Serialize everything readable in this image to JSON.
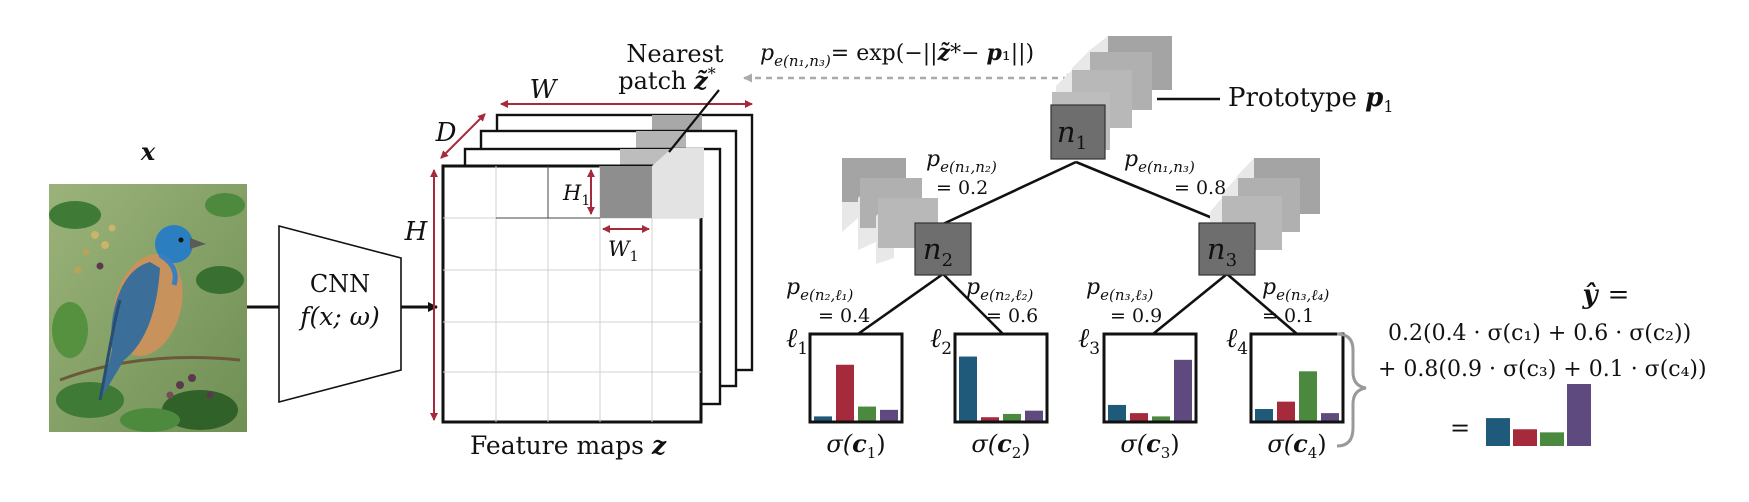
{
  "colors": {
    "blue": "#1f5a7a",
    "red": "#a52a3c",
    "green": "#4b8a3e",
    "purple": "#5e4a7e",
    "dim_arrow": "#a52a3c",
    "node": "#6e6e6e",
    "patch": "#9e9e9e",
    "grid": "#d0d0d0"
  },
  "input": {
    "label": "x",
    "image_icon": "bird-photo"
  },
  "cnn": {
    "title": "CNN",
    "func": "f(x; ω)"
  },
  "feature_maps": {
    "caption_text": "Feature maps",
    "caption_var": "z",
    "dims": {
      "W": "W",
      "D": "D",
      "H": "H",
      "H1": "H",
      "H1_sub": "1",
      "W1": "W",
      "W1_sub": "1"
    }
  },
  "nearest": {
    "line1": "Nearest",
    "line2": "patch",
    "var": "z̃",
    "sup": "*"
  },
  "similarity_formula": {
    "lhs": "p",
    "lhs_sub": "e(n₁,n₃)",
    "rhs_a": "= exp(−||",
    "rhs_z": "z̃",
    "rhs_b": "*− ",
    "rhs_p": "p",
    "rhs_c": "₁||)"
  },
  "prototype": {
    "text": "Prototype",
    "var": "p",
    "sub": "1"
  },
  "nodes": [
    {
      "name": "n",
      "sub": "1"
    },
    {
      "name": "n",
      "sub": "2"
    },
    {
      "name": "n",
      "sub": "3"
    }
  ],
  "edges": [
    {
      "p": "p",
      "sub": "e(n₁,n₂)",
      "value": "= 0.2"
    },
    {
      "p": "p",
      "sub": "e(n₁,n₃)",
      "value": "= 0.8"
    },
    {
      "p": "p",
      "sub": "e(n₂,ℓ₁)",
      "value": "= 0.4"
    },
    {
      "p": "p",
      "sub": "e(n₂,ℓ₂)",
      "value": "= 0.6"
    },
    {
      "p": "p",
      "sub": "e(n₃,ℓ₃)",
      "value": "= 0.9"
    },
    {
      "p": "p",
      "sub": "e(n₃,ℓ₄)",
      "value": "= 0.1"
    }
  ],
  "leaves": [
    {
      "name": "ℓ",
      "sub": "1",
      "sigma": "σ(",
      "c": "c",
      "c_sub": "1",
      "close": ")",
      "values": [
        0.05,
        0.68,
        0.17,
        0.13
      ]
    },
    {
      "name": "ℓ",
      "sub": "2",
      "sigma": "σ(",
      "c": "c",
      "c_sub": "2",
      "close": ")",
      "values": [
        0.78,
        0.04,
        0.08,
        0.12
      ]
    },
    {
      "name": "ℓ",
      "sub": "3",
      "sigma": "σ(",
      "c": "c",
      "c_sub": "3",
      "close": ")",
      "values": [
        0.19,
        0.09,
        0.05,
        0.74
      ]
    },
    {
      "name": "ℓ",
      "sub": "4",
      "sigma": "σ(",
      "c": "c",
      "c_sub": "4",
      "close": ")",
      "values": [
        0.14,
        0.23,
        0.6,
        0.09
      ]
    }
  ],
  "prediction": {
    "yhat": "ŷ",
    "eq": "=",
    "line1": "0.2(0.4 · σ(c₁) + 0.6 · σ(c₂))",
    "line2": "+ 0.8(0.9 · σ(c₃) + 0.1 · σ(c₄))",
    "result_eq": "=",
    "result_values": [
      0.45,
      0.27,
      0.22,
      1.0
    ]
  }
}
